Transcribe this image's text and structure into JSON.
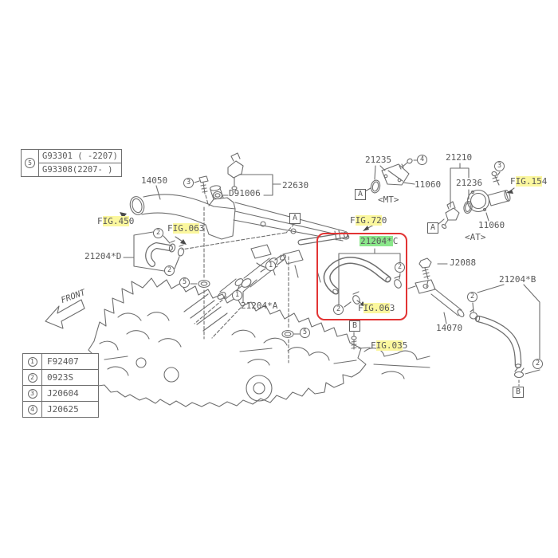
{
  "colors": {
    "hl_yellow": "#fbf79e",
    "hl_green": "#8be78b",
    "red_box": "#e23434",
    "line": "#6e6e6e",
    "text": "#585858"
  },
  "legend_top": {
    "num": "5",
    "row1": "G93301 ( -2207)",
    "row2": "G93308(2207- )"
  },
  "legend_bottom": {
    "rows": [
      {
        "num": "1",
        "code": "F92407"
      },
      {
        "num": "2",
        "code": "0923S"
      },
      {
        "num": "3",
        "code": "J20604"
      },
      {
        "num": "4",
        "code": "J20625"
      }
    ]
  },
  "front_label": "FRONT",
  "parts": {
    "p14050": "14050",
    "d91006": "D91006",
    "p22630": "22630",
    "p21204d": "21204*D",
    "p21204a": "21204*A",
    "p21204b": "21204*B",
    "p21204c": {
      "hl": "21204*",
      "post": "C"
    },
    "p14070": "14070",
    "j2088": "J2088",
    "p21235": "21235",
    "p11060_mt": "11060",
    "mt_label": "<MT>",
    "p21210": "21210",
    "p21236": "21236",
    "p11060_at": "11060",
    "at_label": "<AT>"
  },
  "figs": {
    "fig450": {
      "pre": "F",
      "hl": "IG.45",
      "post": "0"
    },
    "fig063a": {
      "pre": "F",
      "hl": "IG.06",
      "post": "3"
    },
    "fig063b": {
      "pre": "F",
      "hl": "IG.06",
      "post": "3"
    },
    "fig720": {
      "pre": "F",
      "hl": "IG.72",
      "post": "0"
    },
    "fig154": {
      "pre": "F",
      "hl": "IG.15",
      "post": "4"
    },
    "fig035": {
      "pre": "F",
      "hl": "IG.03",
      "post": "5"
    }
  },
  "callout": {
    "n1": "1",
    "n2": "2",
    "n3": "3",
    "n4": "4",
    "n5": "5"
  },
  "refs": {
    "a": "A",
    "b": "B"
  }
}
